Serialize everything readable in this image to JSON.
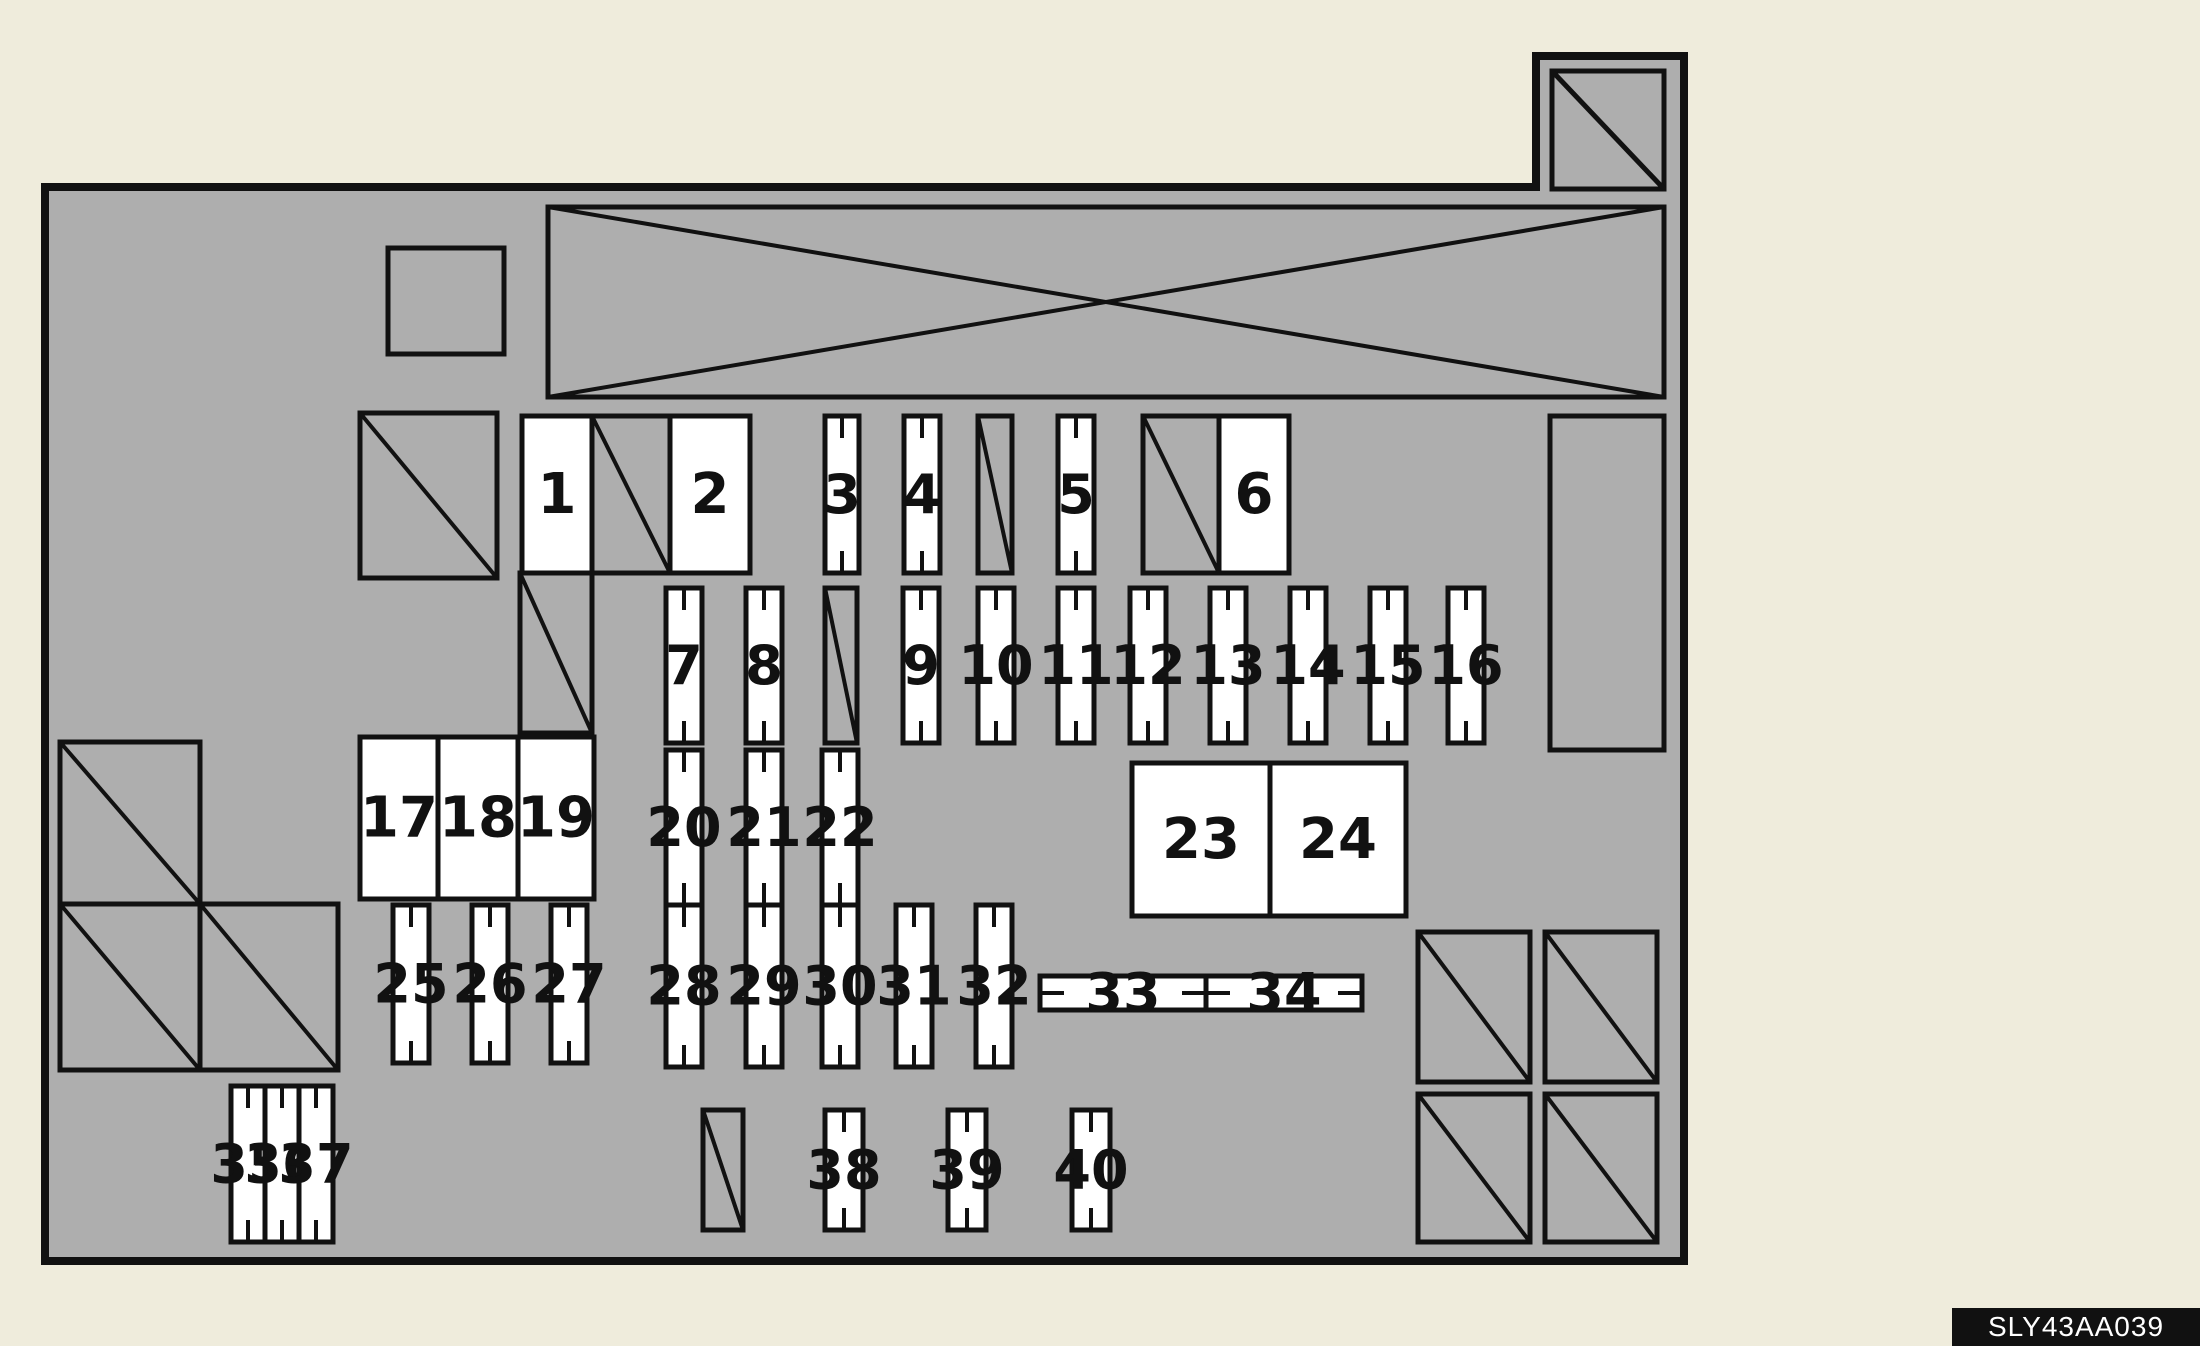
{
  "diagram": {
    "fuse_labels": [
      "1",
      "2",
      "3",
      "4",
      "5",
      "6",
      "7",
      "8",
      "9",
      "10",
      "11",
      "12",
      "13",
      "14",
      "15",
      "16",
      "17",
      "18",
      "19",
      "20",
      "21",
      "22",
      "23",
      "24",
      "25",
      "26",
      "27",
      "28",
      "29",
      "30",
      "31",
      "32",
      "33",
      "34",
      "35",
      "36",
      "37",
      "38",
      "39",
      "40"
    ],
    "reference_code": "SLY43AA039"
  },
  "colors": {
    "background": "#efecdc",
    "box_fill": "#aeaeae",
    "outline": "#111111",
    "fuse_fill": "#ffffff"
  }
}
